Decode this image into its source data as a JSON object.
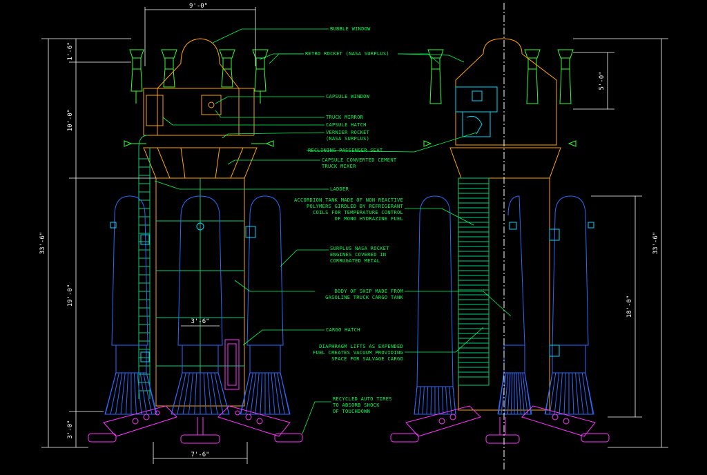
{
  "colors": {
    "background": "#000000",
    "dimension": "#ffffff",
    "label": "#00ff55",
    "rocket": "#2a6bff",
    "tank": "#ffa500",
    "retro": "#33ff33",
    "structure": "#00d27a",
    "landing": "#ff33ff",
    "cyan": "#00d8ff",
    "centerline": "#ffffff"
  },
  "dimensions": {
    "top_width": "9'-0\"",
    "top_height": "1'-6\"",
    "capsule_height": "10'-0\"",
    "total_height_left": "33'-6\"",
    "lower_height": "19'-0\"",
    "base_height": "3'-0\"",
    "body_width": "3'-6\"",
    "base_width": "7'-6\"",
    "right_top": "5'-0\"",
    "right_middle": "18'-0\"",
    "total_height_right": "33'-6\""
  },
  "labels": [
    [
      "BUBBLE WINDOW"
    ],
    [
      "RETRO ROCKET (NASA SURPLUS)"
    ],
    [
      "CAPSULE WINDOW"
    ],
    [
      "TRUCK MIRROR"
    ],
    [
      "CAPSULE HATCH"
    ],
    [
      "VERNIER ROCKET",
      "(NASA SURPLUS)"
    ],
    [
      "RECLINING PASSENGER SEAT"
    ],
    [
      "CAPSULE CONVERTED CEMENT",
      "TRUCK MIXER"
    ],
    [
      "LADDER"
    ],
    [
      "ACCORDION TANK MADE OF NON REACTIVE",
      "POLYMERS GIRDLED BY REFRIGERANT",
      "COILS FOR TEMPERATURE CONTROL",
      "OF MONO HYDRAZINE FUEL"
    ],
    [
      "SURPLUS NASA ROCKET",
      "ENGINES COVERED IN",
      "CORRUGATED METAL"
    ],
    [
      "BODY OF SHIP MADE FROM",
      "GASOLINE TRUCK CARGO TANK"
    ],
    [
      "CARGO HATCH"
    ],
    [
      "DIAPHRAGM LIFTS AS EXPENDED",
      "FUEL CREATES VACUUM PROVIDING",
      "SPACE FOR SALVAGE CARGO"
    ],
    [
      "RECYCLED AUTO TIRES",
      "TO ABSORB SHOCK",
      "OF TOUCHDOWN"
    ]
  ]
}
